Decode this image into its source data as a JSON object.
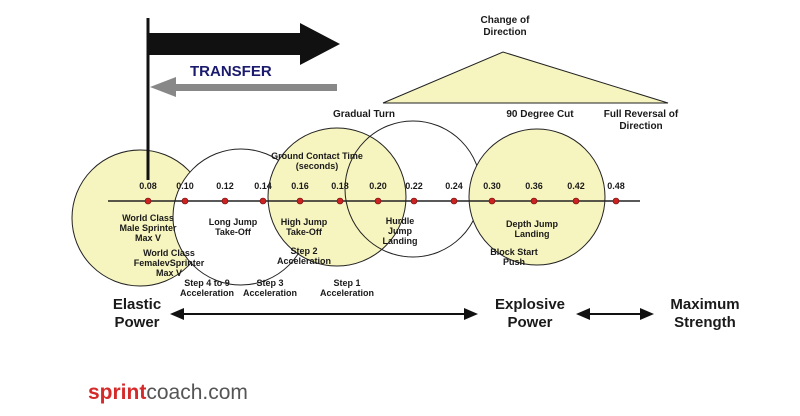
{
  "transfer_label": "TRANSFER",
  "change_of_direction": [
    "Change of",
    "Direction"
  ],
  "direction_labels": {
    "gradual_turn": [
      "Gradual Turn"
    ],
    "cut_90": [
      "90 Degree Cut"
    ],
    "full_reversal": [
      "Full Reversal of",
      "Direction"
    ]
  },
  "gct_title": [
    "Ground Contact Time",
    "(seconds)"
  ],
  "ticks": [
    "0.08",
    "0.10",
    "0.12",
    "0.14",
    "0.16",
    "0.18",
    "0.20",
    "0.22",
    "0.24",
    "0.30",
    "0.36",
    "0.42",
    "0.48"
  ],
  "below_labels": {
    "world_class_male": [
      "World Class",
      "Male Sprinter",
      "Max V"
    ],
    "world_class_female": [
      "World Class",
      "FemalevSprinter",
      "Max V"
    ],
    "long_jump": [
      "Long Jump",
      "Take-Off"
    ],
    "high_jump": [
      "High Jump",
      "Take-Off"
    ],
    "step2": [
      "Step 2",
      "Acceleration"
    ],
    "hurdle": [
      "Hurdle",
      "Jump",
      "Landing"
    ],
    "depth_jump": [
      "Depth Jump",
      "Landing"
    ],
    "block_start": [
      "Block Start",
      "Push"
    ],
    "step4to9": [
      "Step 4 to 9",
      "Acceleration"
    ],
    "step3": [
      "Step 3",
      "Acceleration"
    ],
    "step1": [
      "Step 1",
      "Acceleration"
    ]
  },
  "qualities": {
    "elastic": [
      "Elastic",
      "Power"
    ],
    "explosive": [
      "Explosive",
      "Power"
    ],
    "maximum": [
      "Maximum",
      "Strength"
    ]
  },
  "brand": {
    "part1": "sprint",
    "part2": "coach.com"
  },
  "colors": {
    "circle_fill": "#f6f4bf",
    "transfer_text": "#1a1a6e",
    "gray_arrow": "#888888",
    "tick_dot": "#cc2222",
    "brand_red": "#d42a2a",
    "brand_gray": "#555555"
  }
}
